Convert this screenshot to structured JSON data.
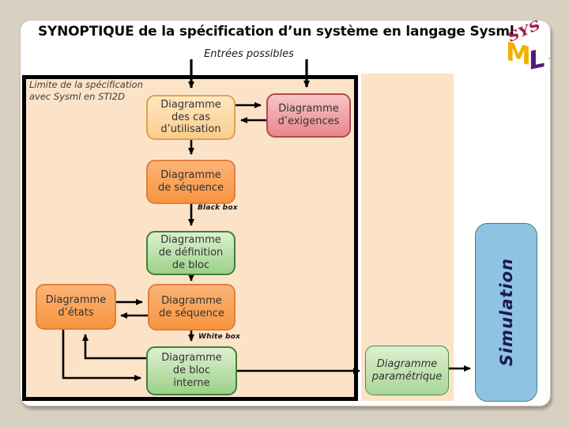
{
  "slide": {
    "title": "SYNOPTIQUE de la spécification d’un système en langage Sysml",
    "subtitle": "Entrées possibles",
    "scope_label": "Limite de la spécification\navec Sysml en STI2D"
  },
  "logo": {
    "top": "SYS",
    "left": "M",
    "right": "L",
    "tm": "™"
  },
  "boxes": {
    "use_case": "Diagramme\ndes cas\nd’utilisation",
    "requirements": "Diagramme\nd’exigences",
    "sequence_black": "Diagramme\nde séquence",
    "block_definition": "Diagramme\nde définition\nde bloc",
    "states": "Diagramme\nd’états",
    "sequence_white": "Diagramme\nde séquence",
    "internal_block": "Diagramme\nde bloc\ninterne",
    "parametric": "Diagramme\nparamétrique",
    "simulation": "Simulation"
  },
  "annotations": {
    "black_box": "Black box",
    "white_box": "White box"
  },
  "colors": {
    "background": "#d8d1c2",
    "slide": "#ffffff",
    "diagram_area": "#fce3c8",
    "frame_border": "#000000",
    "use_case_fill": "#fbcd8c",
    "sequence_fill": "#f7953f",
    "requirements_fill": "#e8868d",
    "block_fill": "#9cd189",
    "simulation_fill": "#8ec4e1",
    "simulation_text": "#1b1b55",
    "logo_sys": "#a01e4c",
    "logo_m": "#f0b100",
    "logo_l": "#55187f"
  }
}
